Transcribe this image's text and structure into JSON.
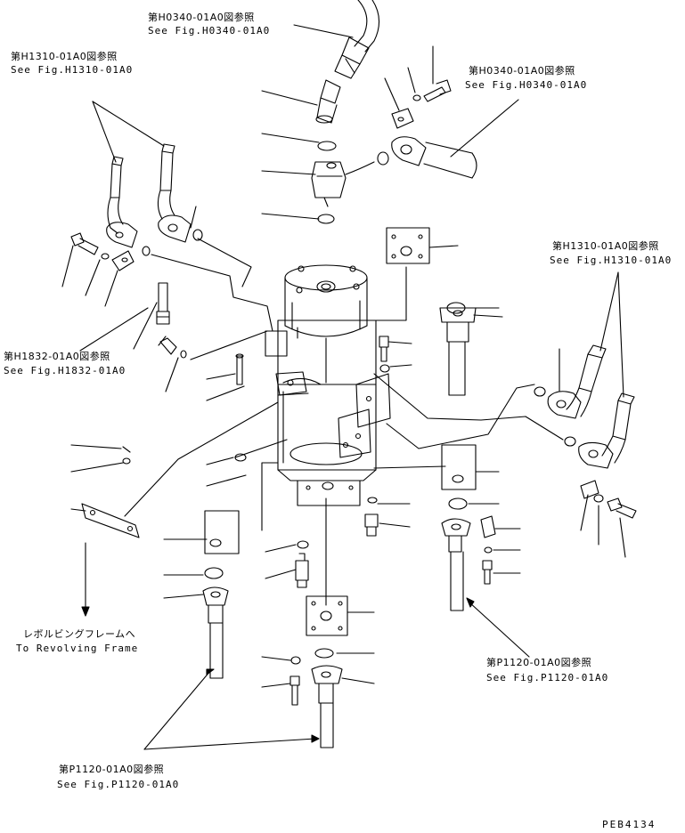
{
  "references": [
    {
      "jp": "第H0340-01A0図参照",
      "en": "See Fig.H0340-01A0"
    },
    {
      "jp": "第H1310-01A0図参照",
      "en": "See Fig.H1310-01A0"
    },
    {
      "jp": "第H0340-01A0図参照",
      "en": "See Fig.H0340-01A0"
    },
    {
      "jp": "第H1310-01A0図参照",
      "en": "See Fig.H1310-01A0"
    },
    {
      "jp": "第H1832-01A0図参照",
      "en": "See Fig.H1832-01A0"
    },
    {
      "jp": "第P1120-01A0図参照",
      "en": "See Fig.P1120-01A0"
    },
    {
      "jp": "第P1120-01A0図参照",
      "en": "See Fig.P1120-01A0"
    }
  ],
  "revolving_frame": {
    "jp": "レボルビングフレームへ",
    "en": "To Revolving Frame"
  },
  "drawing_code": "PEB4134",
  "colors": {
    "ink": "#000000",
    "paper": "#ffffff"
  }
}
